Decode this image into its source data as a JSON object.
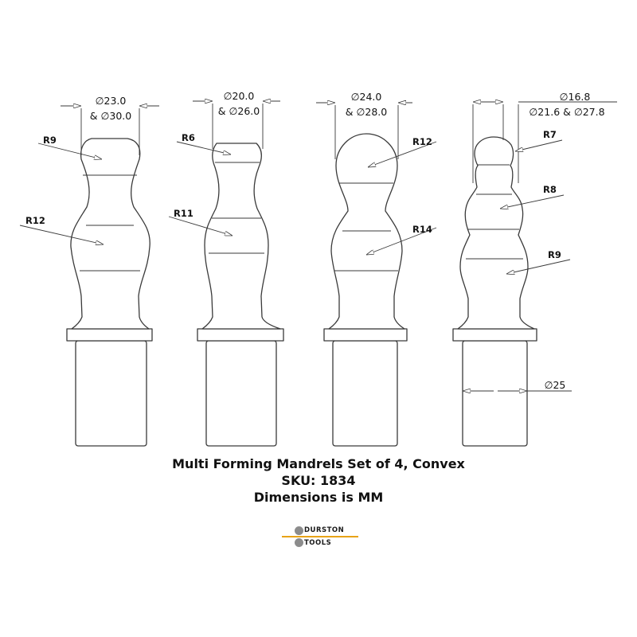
{
  "mandrels": [
    {
      "diameter_top": "∅23.0",
      "diameter_bottom": "& ∅30.0",
      "radii": [
        "R9",
        "R12"
      ]
    },
    {
      "diameter_top": "∅20.0",
      "diameter_bottom": "& ∅26.0",
      "radii": [
        "R6",
        "R11"
      ]
    },
    {
      "diameter_top": "∅24.0",
      "diameter_bottom": "& ∅28.0",
      "radii": [
        "R12",
        "R14"
      ]
    },
    {
      "diameter_top": "∅16.8",
      "diameter_bottom": "∅21.6 & ∅27.8",
      "radii": [
        "R7",
        "R8",
        "R9"
      ],
      "shank_diameter": "∅25"
    }
  ],
  "caption": {
    "line1": "Multi Forming Mandrels Set of 4, Convex",
    "line2": "SKU: 1834",
    "line3": "Dimensions is MM"
  },
  "logo": {
    "line1": "DURSTON",
    "line2": "TOOLS",
    "accent_color": "#e8a317",
    "dot_color": "#8c8c8c"
  }
}
